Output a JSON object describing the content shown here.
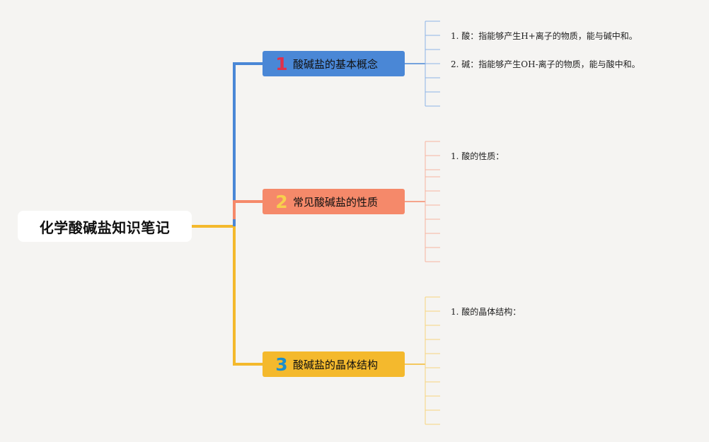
{
  "root": {
    "title": "化学酸碱盐知识笔记"
  },
  "branches": [
    {
      "number": "1",
      "label": "酸碱盐的基本概念",
      "color": "#4a87d6",
      "number_color": "#e0304b",
      "items": [
        "1. 酸：指能够产生H+离子的物质，能与碱中和。",
        "2. 碱：指能够产生OH-离子的物质，能与酸中和。"
      ]
    },
    {
      "number": "2",
      "label": "常见酸碱盐的性质",
      "color": "#f5896a",
      "number_color": "#f7d04c",
      "items": [
        "1. 酸的性质："
      ]
    },
    {
      "number": "3",
      "label": "酸碱盐的晶体结构",
      "color": "#f4b92d",
      "number_color": "#1e8ec9",
      "items": [
        "1. 酸的晶体结构："
      ]
    }
  ]
}
